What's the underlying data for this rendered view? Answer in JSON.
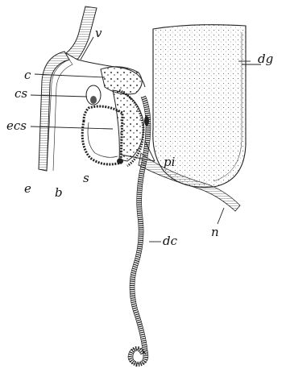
{
  "figure": {
    "labels": {
      "v": "v",
      "c": "c",
      "cs": "cs",
      "ecs": "ecs",
      "s": "s",
      "pi": "pi",
      "dc": "dc",
      "dg": "dg",
      "n": "n",
      "e": "e",
      "b": "b"
    }
  }
}
